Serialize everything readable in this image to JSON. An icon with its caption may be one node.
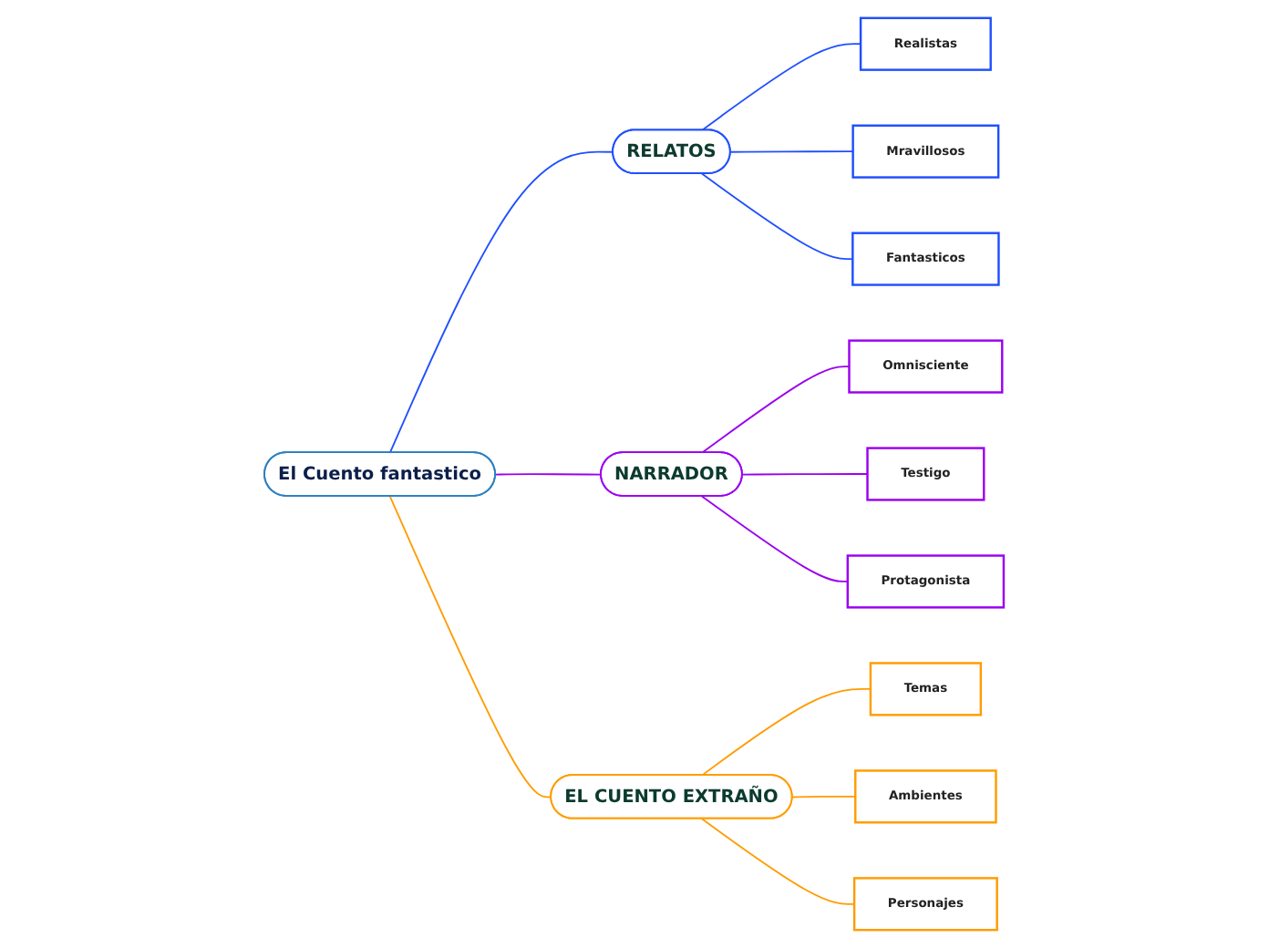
{
  "diagram": {
    "nodes": [
      {
        "text": [
          "El Cuento fantastico"
        ]
      },
      {
        "text": [
          "RELATOS"
        ]
      },
      {
        "text": [
          "Realistas"
        ]
      },
      {
        "text": [
          "Mravillosos"
        ]
      },
      {
        "text": [
          "Fantasticos"
        ]
      },
      {
        "text": [
          "NARRADOR"
        ]
      },
      {
        "text": [
          "Omnisciente"
        ]
      },
      {
        "text": [
          "Testigo"
        ]
      },
      {
        "text": [
          "Protagonista"
        ]
      },
      {
        "text": [
          "EL CUENTO EXTRAÑO"
        ]
      },
      {
        "text": [
          "Temas"
        ]
      },
      {
        "text": [
          "Ambientes"
        ]
      },
      {
        "text": [
          "Personajes"
        ]
      }
    ],
    "edges": [
      {
        "from": 0,
        "to": 1,
        "arrow": "none",
        "color": "#1f4fff"
      },
      {
        "from": 1,
        "to": 2,
        "arrow": "none",
        "color": "#1f4fff"
      },
      {
        "from": 1,
        "to": 3,
        "arrow": "none",
        "color": "#1f4fff"
      },
      {
        "from": 1,
        "to": 4,
        "arrow": "none",
        "color": "#1f4fff"
      },
      {
        "from": 0,
        "to": 5,
        "arrow": "none",
        "color": "#9b00f0"
      },
      {
        "from": 5,
        "to": 6,
        "arrow": "none",
        "color": "#9b00f0"
      },
      {
        "from": 5,
        "to": 7,
        "arrow": "none",
        "color": "#9b00f0"
      },
      {
        "from": 5,
        "to": 8,
        "arrow": "none",
        "color": "#9b00f0"
      },
      {
        "from": 0,
        "to": 9,
        "arrow": "none",
        "color": "#ff9c00"
      },
      {
        "from": 9,
        "to": 10,
        "arrow": "none",
        "color": "#ff9c00"
      },
      {
        "from": 9,
        "to": 11,
        "arrow": "none",
        "color": "#ff9c00"
      },
      {
        "from": 9,
        "to": 12,
        "arrow": "none",
        "color": "#ff9c00"
      }
    ]
  }
}
